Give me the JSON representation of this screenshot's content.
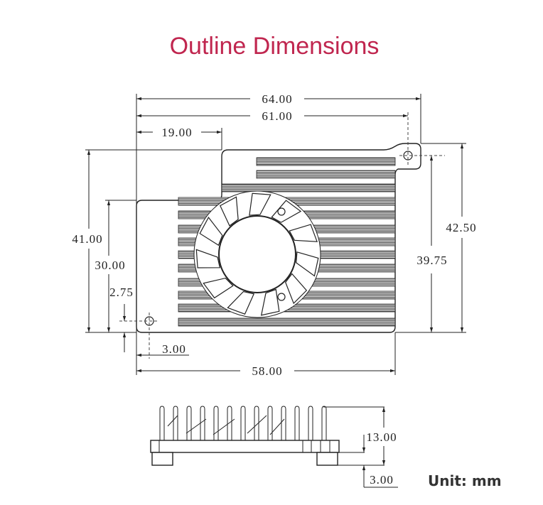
{
  "title": "Outline Dimensions",
  "top_view": {
    "dim_overall_width": "64.00",
    "dim_hole_spacing_x": "61.00",
    "dim_notch_width": "19.00",
    "dim_left_height": "41.00",
    "dim_lower_height": "30.00",
    "dim_hole_offset_y": "2.75",
    "dim_hole_offset_x": "3.00",
    "dim_body_width": "58.00",
    "dim_right_height": "42.50",
    "dim_hole_spacing_y": "39.75"
  },
  "side_view": {
    "dim_height": "13.00",
    "dim_foot_height": "3.00"
  },
  "unit_label": "Unit:  mm"
}
